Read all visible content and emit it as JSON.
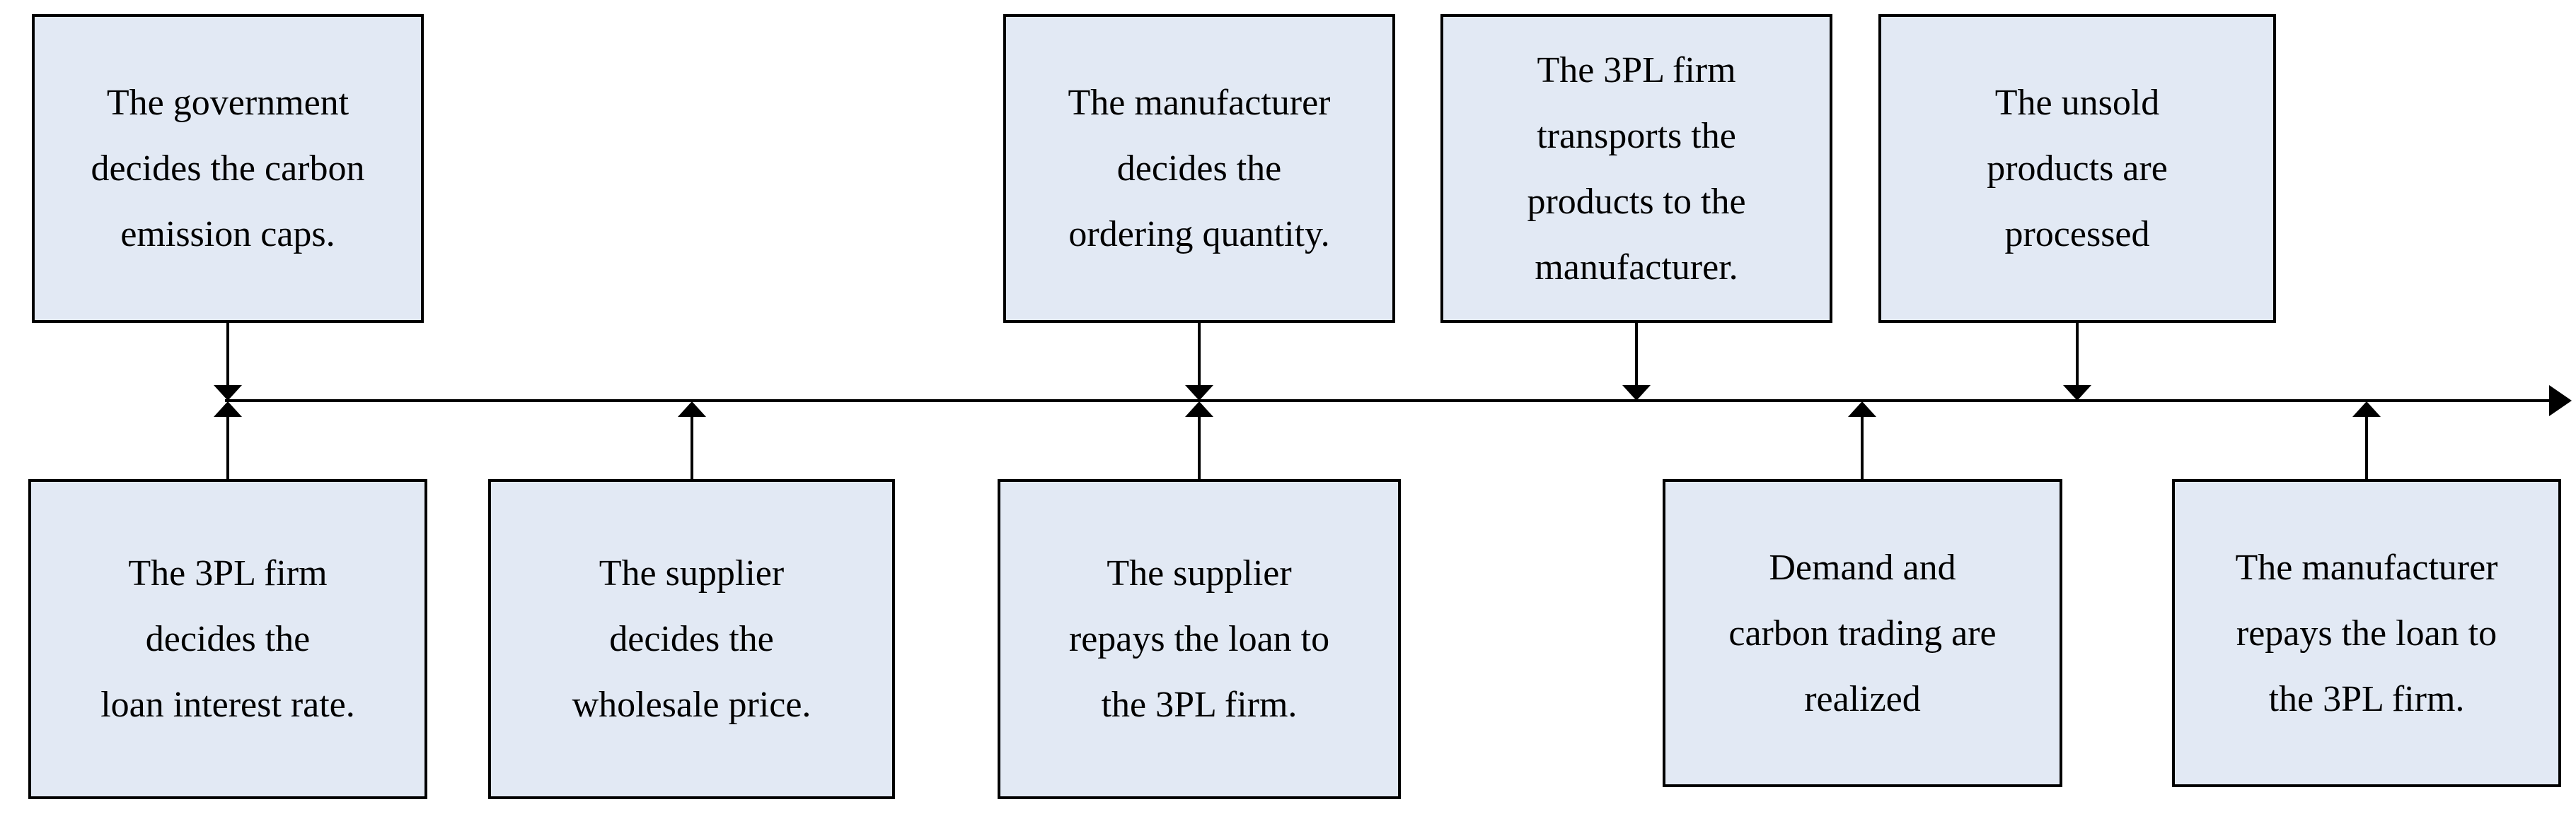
{
  "diagram": {
    "type": "timeline-flow",
    "description": "Sequence of events timeline with event boxes above and below a left-to-right time axis",
    "boxes": {
      "top": [
        {
          "text": "The government\ndecides the carbon\nemission caps."
        },
        {
          "text": "The manufacturer\ndecides the\nordering quantity."
        },
        {
          "text": "The 3PL firm\ntransports the\nproducts to the\nmanufacturer."
        },
        {
          "text": "The unsold\nproducts are\nprocessed"
        }
      ],
      "bottom": [
        {
          "text": "The 3PL firm\ndecides the\nloan interest rate."
        },
        {
          "text": "The supplier\ndecides the\nwholesale price."
        },
        {
          "text": "The supplier\nrepays the loan to\nthe 3PL firm."
        },
        {
          "text": "Demand and\ncarbon trading are\nrealized"
        },
        {
          "text": "The manufacturer\nrepays the loan to\nthe 3PL firm."
        }
      ]
    },
    "timeline": {
      "direction": "left-to-right",
      "end_marker": "right-arrowhead",
      "connector_markers": "arrowheads pointing into the axis from boxes above and below"
    }
  },
  "colors": {
    "box_fill": "#e2e9f4",
    "box_border": "#000000",
    "line_color": "#000000"
  }
}
